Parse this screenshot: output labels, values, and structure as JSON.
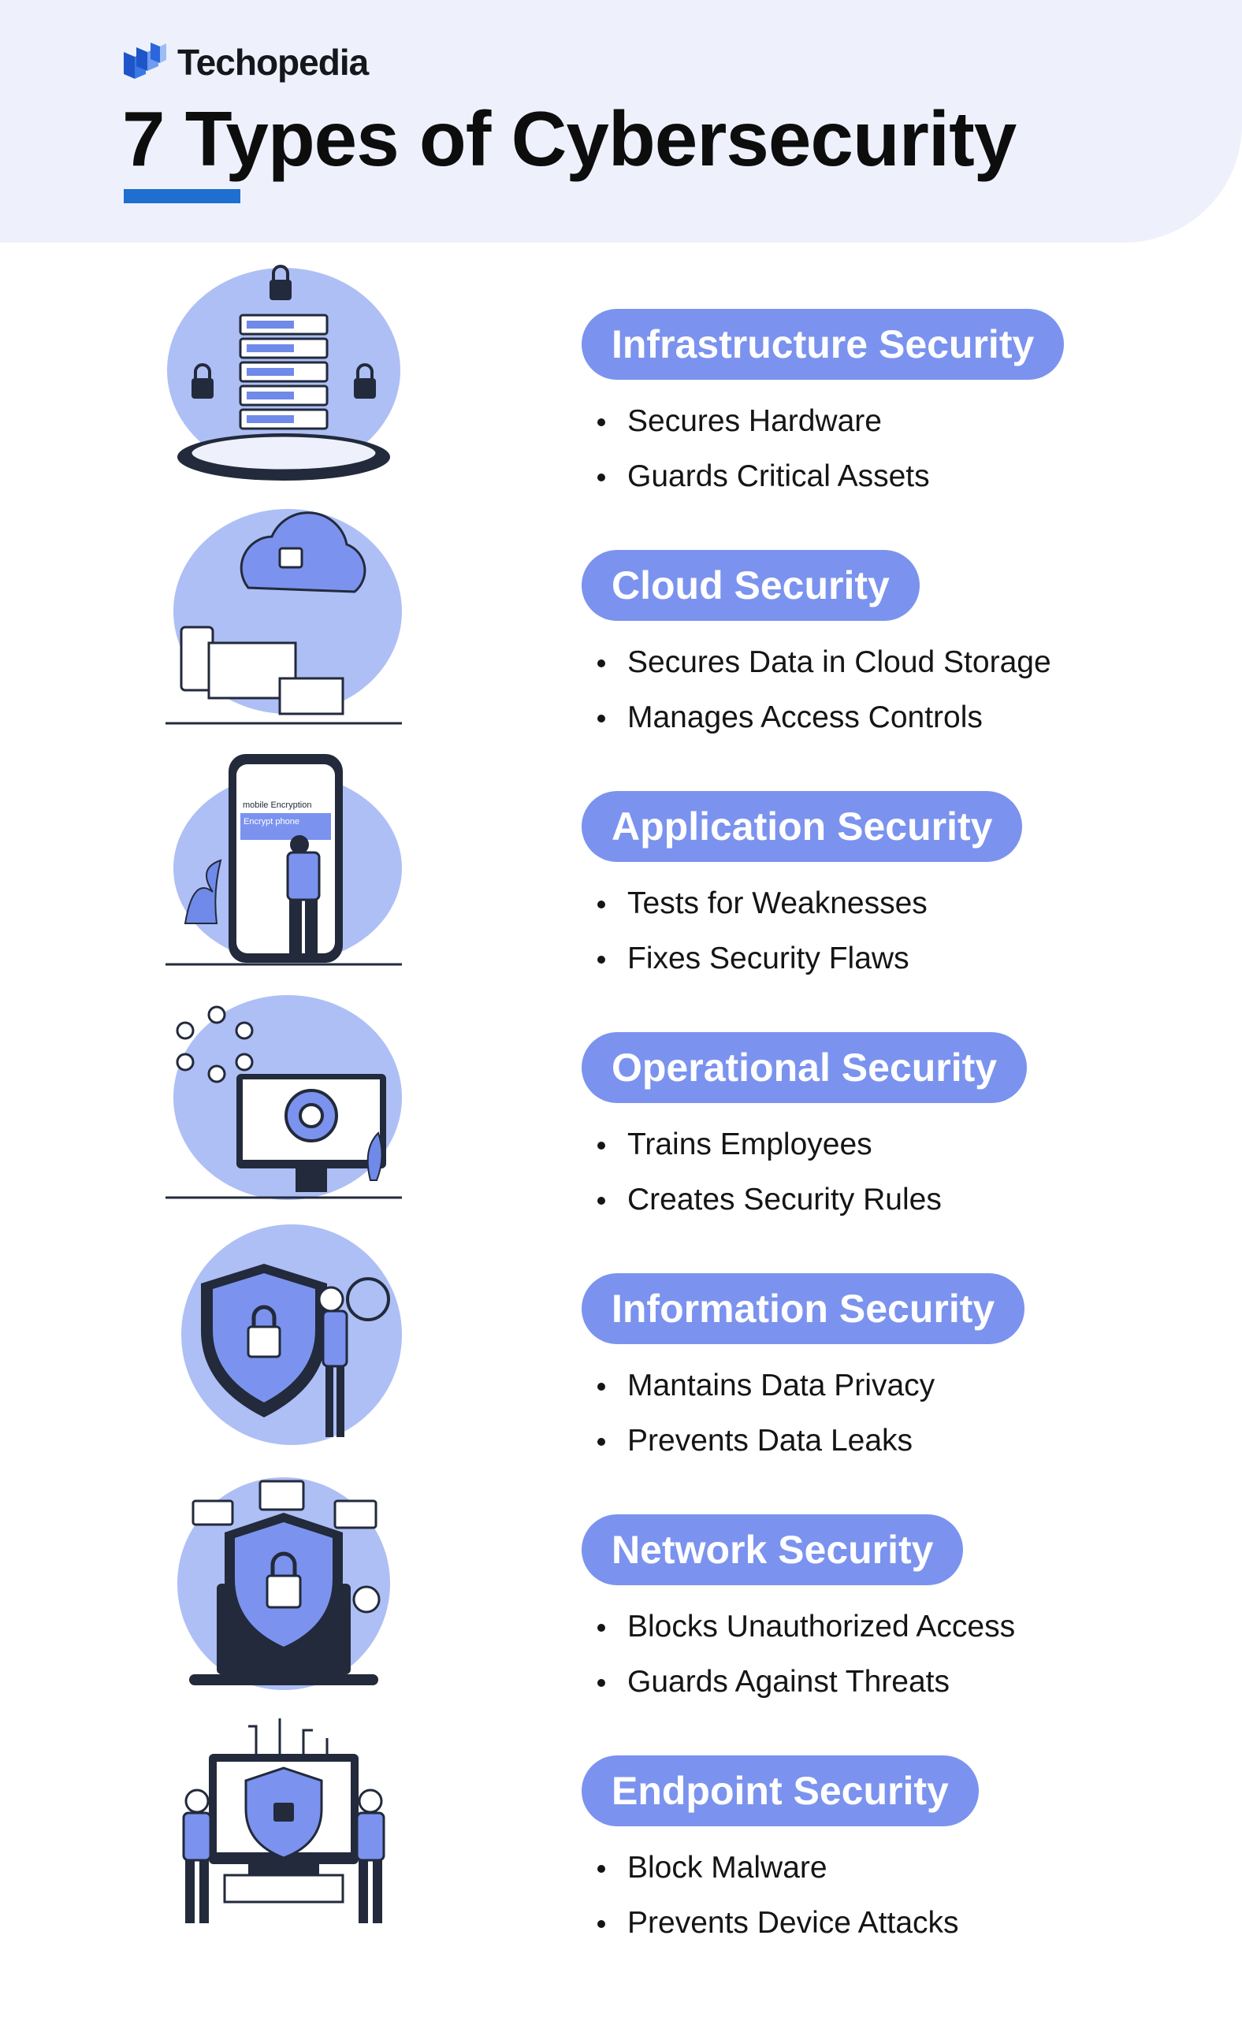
{
  "header": {
    "brand": "Techopedia",
    "title": "7 Types of Cybersecurity"
  },
  "colors": {
    "accent": "#7b93ee",
    "underline": "#1e6fcf",
    "header_bg": "#eef1fb",
    "ink": "#151515"
  },
  "sections": [
    {
      "title": "Infrastructure Security",
      "icon": "server-rack-lock-icon",
      "bullets": [
        "Secures Hardware",
        "Guards Critical Assets"
      ]
    },
    {
      "title": "Cloud Security",
      "icon": "cloud-lock-icon",
      "bullets": [
        "Secures Data in Cloud Storage",
        "Manages Access Controls"
      ]
    },
    {
      "title": "Application Security",
      "icon": "smartphone-encryption-icon",
      "bullets": [
        "Tests for Weaknesses",
        "Fixes Security Flaws"
      ],
      "phone_text": [
        "mobile Encryption",
        "Encrypt phone"
      ]
    },
    {
      "title": "Operational Security",
      "icon": "monitor-target-icon",
      "bullets": [
        "Trains Employees",
        "Creates Security Rules"
      ]
    },
    {
      "title": "Information Security",
      "icon": "shield-lock-person-icon",
      "bullets": [
        "Mantains Data Privacy",
        "Prevents Data Leaks"
      ]
    },
    {
      "title": "Network Security",
      "icon": "laptop-shield-network-icon",
      "bullets": [
        "Blocks Unauthorized Access",
        "Guards Against Threats"
      ]
    },
    {
      "title": "Endpoint Security",
      "icon": "monitor-guards-icon",
      "bullets": [
        "Block Malware",
        "Prevents Device Attacks"
      ]
    }
  ]
}
